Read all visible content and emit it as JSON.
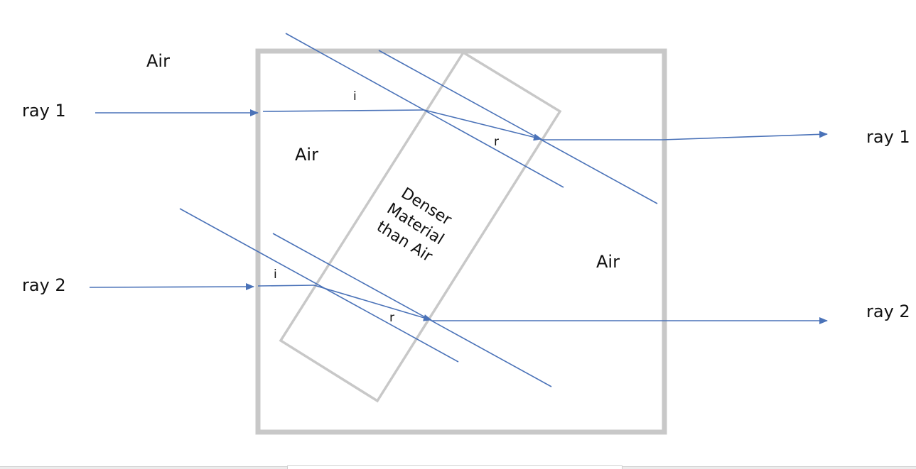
{
  "colors": {
    "ray": "#4a72b8",
    "box": "#c8c8c8",
    "slab": "#c8c8c8",
    "text": "#111111"
  },
  "labels": {
    "air_top_left": "Air",
    "air_inside_left": "Air",
    "air_inside_right": "Air",
    "ray1_in": "ray 1",
    "ray1_out": "ray 1",
    "ray2_in": "ray 2",
    "ray2_out": "ray 2",
    "angle_i_1": "i",
    "angle_r_1": "r",
    "angle_i_2": "i",
    "angle_r_2": "r",
    "slab_line1": "Denser",
    "slab_line2": "Material",
    "slab_line3": "than Air"
  }
}
